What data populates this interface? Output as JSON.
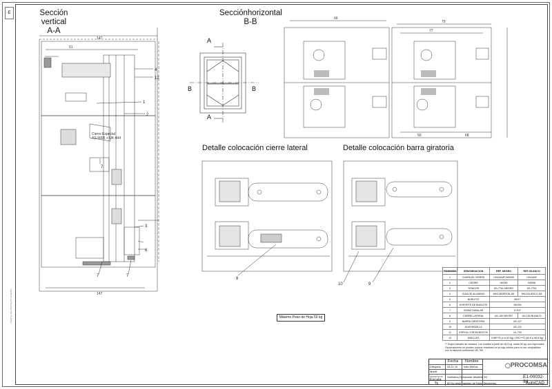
{
  "titles": {
    "section_vertical": "Sección vertical",
    "section_vertical_sub": "A-A",
    "section_horizontal": "Secciónhorizontal",
    "section_horizontal_sub": "B-B",
    "detail_lock": "Detalle colocación cierre lateral",
    "detail_bar": "Detalle colocación barra giratoria"
  },
  "elevation_labels": {
    "a_top": "A",
    "a_bottom": "A",
    "b_left": "B",
    "b_right": "B"
  },
  "callouts": {
    "c1": "1",
    "c2": "2",
    "c3": "3",
    "c4": "4",
    "c6": "6",
    "c7a": "7",
    "c7b": "7",
    "c7c": "7",
    "c8": "8",
    "c9": "9",
    "c10": "10",
    "c12": "12"
  },
  "vertical_notes": {
    "glass_label_1": "Cierre Especial",
    "glass_label_2": "AS-9005 + UK-444"
  },
  "dims": {
    "d147_top": "147",
    "d147_bottom": "147",
    "d51": "51",
    "d66": "66",
    "d79": "79",
    "d77": "77",
    "d50": "50",
    "d68": "68"
  },
  "max_weight_note": "Máximo Peso de Hoja 50 kg",
  "parts_table": {
    "headers": [
      "POSICION",
      "DENOMINACION",
      "REF. NEGRO",
      "REF. BLANCO"
    ],
    "rows": [
      [
        "1",
        "CHAPA DE CIERRE",
        "UK444APCM0005",
        "UK444W"
      ],
      [
        "2",
        "CIERRE",
        "9400M",
        "9400W"
      ],
      [
        "3",
        "TIRADOR",
        "AS-7761-NEGRO",
        "AS-7761"
      ],
      [
        "4",
        "GUIA DE ALUMINIO",
        "MK3-MARRON-3M",
        "MK3-BLANCO-3M"
      ],
      [
        "5",
        "BURLETE",
        "85/17",
        ""
      ],
      [
        "6",
        "SOPORTE DE BURLETE",
        "BH/2M",
        ""
      ],
      [
        "7",
        "GOMA TUBULAR",
        "G-P47",
        ""
      ],
      [
        "8",
        "CIERRE LATERAL",
        "UK-150 NEGRO",
        "UK-150 BLANCO"
      ],
      [
        "9",
        "BARRA GIRATORIA",
        "UK-127",
        ""
      ],
      [
        "10",
        "ALMOHADILLA",
        "UK-122",
        ""
      ],
      [
        "11",
        "ESPIGA CORTAVIENTOS",
        "UL-793",
        ""
      ],
      [
        "12",
        "MUELLES",
        "E58***S (4 a 40 Kg) / E5C***S (40,5 a 46,5 Kg)",
        ""
      ]
    ]
  },
  "parts_notes": [
    "** Según tamaño de ventana. Los muelles a partir de 46,5 kg. hasta 50 kg. son especiales.",
    "Opcionalmente se pueden colocar retadores en la hoja inferior para no ser compatibles con la espuma cortaviento UK-760"
  ],
  "title_block": {
    "fecha_label": "Fecha",
    "nombre_label": "Nombre",
    "dibujado_label": "Dibujado",
    "dibujado_fecha": "28.11.10",
    "dibujado_nombre": "Iván Muñoz",
    "modif_label": "Modif.",
    "std_label": "Std.Norma 2b",
    "escala_label": "Escala",
    "escala_value": "%",
    "description_1": "Guillotina Deslizante Abatible 2H",
    "description_2": "50 Kg peso maximo de Hoja. Secciones.",
    "brand": "PROCOMSA",
    "drawing_code": "E1-00032-IM",
    "software": "AutoCAD"
  },
  "sidebar": {
    "tab": "E",
    "margin_text": "FUENTE: DEL PROYECTO CLIENTE"
  }
}
